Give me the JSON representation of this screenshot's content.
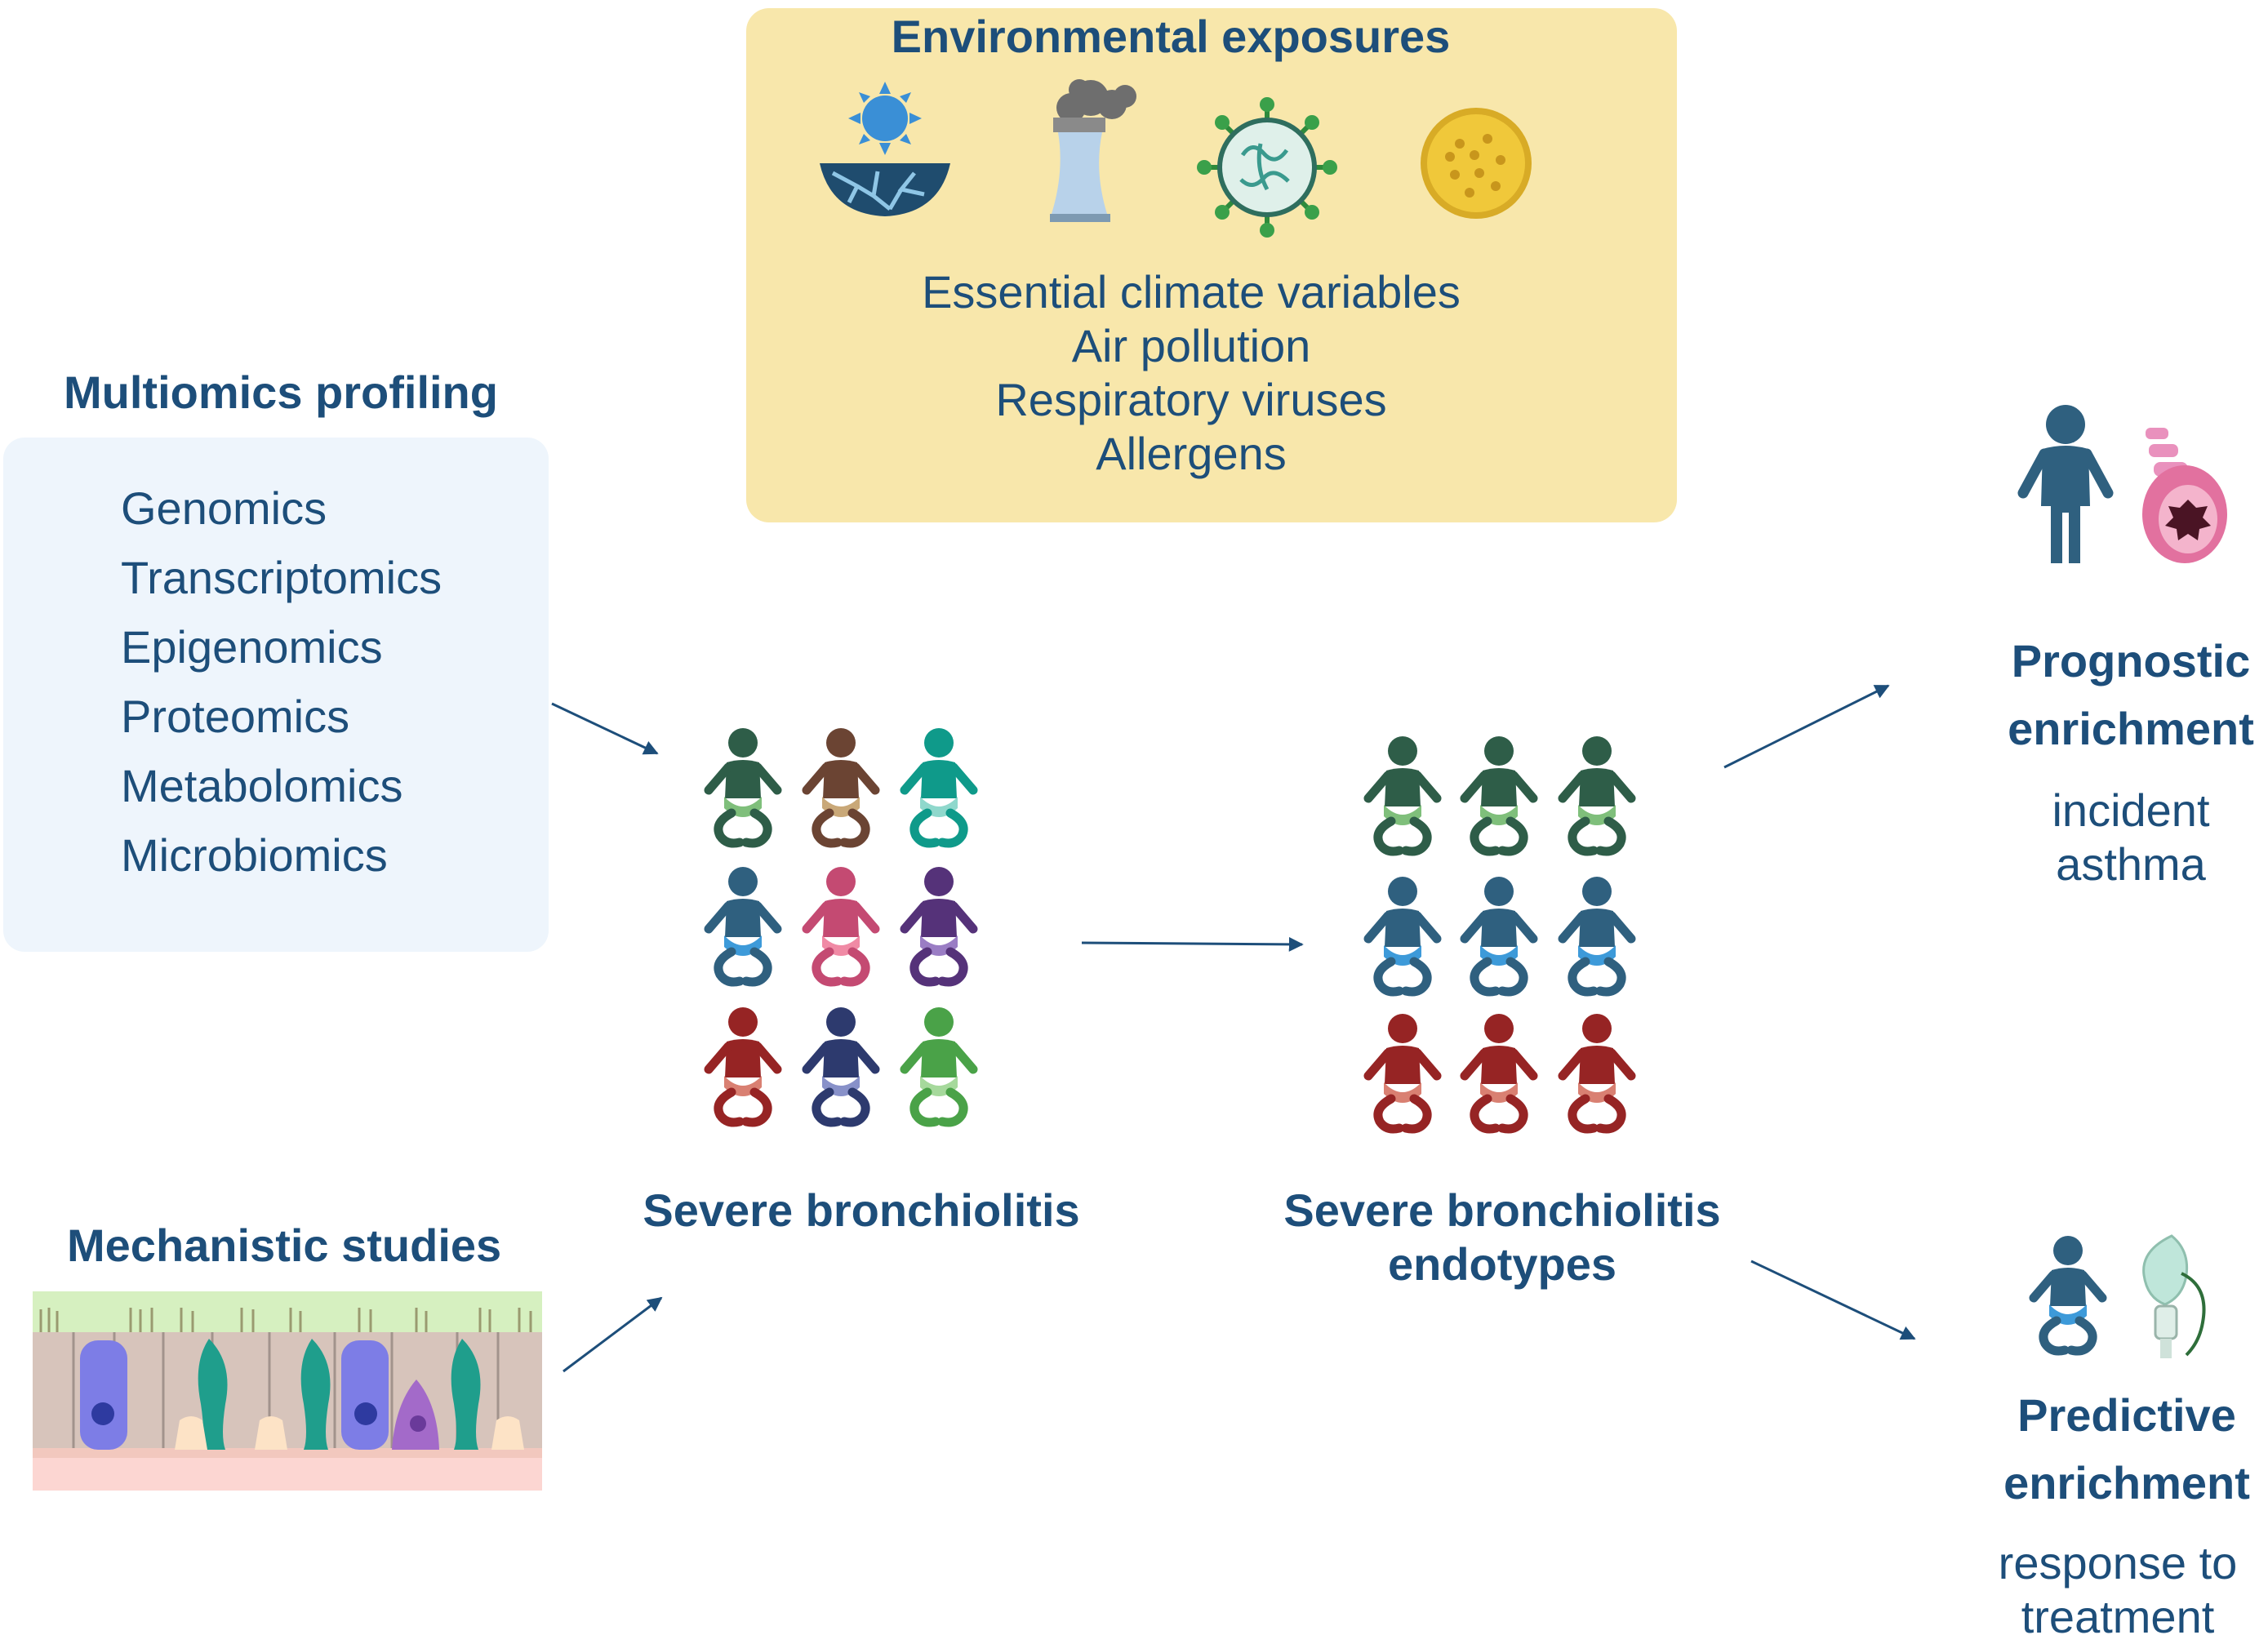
{
  "environment": {
    "title": "Environmental exposures",
    "items": [
      "Essential climate variables",
      "Air pollution",
      "Respiratory viruses",
      "Allergens"
    ]
  },
  "multiomics": {
    "title": "Multiomics profiling",
    "items": [
      "Genomics",
      "Transcriptomics",
      "Epigenomics",
      "Proteomics",
      "Metabolomics",
      "Microbiomics"
    ]
  },
  "mechanistic": {
    "title": "Mechanistic studies"
  },
  "severe": {
    "label": "Severe bronchiolitis"
  },
  "endotypes": {
    "label_line1": "Severe bronchiolitis",
    "label_line2": "endotypes"
  },
  "prognostic": {
    "title_line1": "Prognostic",
    "title_line2": "enrichment",
    "sub_line1": "incident",
    "sub_line2": "asthma"
  },
  "predictive": {
    "title_line1": "Predictive",
    "title_line2": "enrichment",
    "sub_line1": "response to",
    "sub_line2": "treatment"
  },
  "colors": {
    "accent": "#1d4e7a",
    "env_box": "#f8e7ab",
    "omics_box": "#eef5fc",
    "infant_groups": {
      "mixed": [
        [
          "#2e5d48",
          "#7fbf7b"
        ],
        [
          "#6b4433",
          "#c9a878"
        ],
        [
          "#0f9a8a",
          "#8fd8cc"
        ],
        [
          "#2f607f",
          "#3d9ad9"
        ],
        [
          "#c44a72",
          "#f08aa5"
        ],
        [
          "#553279",
          "#9a7dc4"
        ],
        [
          "#962424",
          "#d98072"
        ],
        [
          "#2d3a6e",
          "#8891c9"
        ],
        [
          "#4aa248",
          "#a6d99c"
        ]
      ],
      "endotype_green": [
        "#2e5d48",
        "#7fbf7b"
      ],
      "endotype_blue": [
        "#2f607f",
        "#3d9ad9"
      ],
      "endotype_red": [
        "#962424",
        "#d98072"
      ]
    }
  }
}
